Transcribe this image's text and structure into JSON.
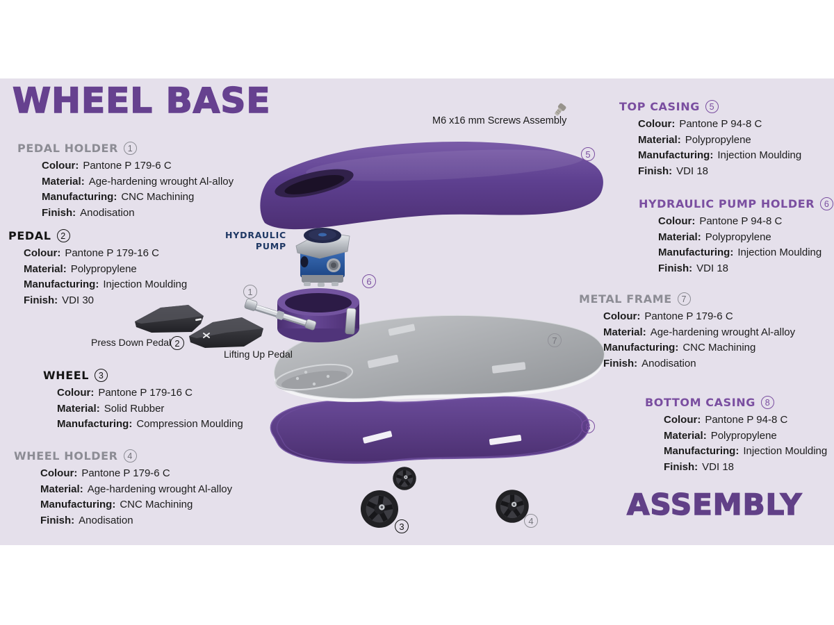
{
  "title": "WHEEL BASE",
  "subtitle": "ASSEMBLY",
  "labels": {
    "screws": "M6 x16 mm Screws Assembly",
    "pump_line1": "HYDRAULIC",
    "pump_line2": "PUMP",
    "press_down_pedal": "Press Down Pedal",
    "lifting_up_pedal": "Lifting Up Pedal"
  },
  "colors": {
    "background": "#E5E0EB",
    "top_bottom_band": "#FFFFFF",
    "title_purple": "#66418F",
    "header_purple": "#7A4EA0",
    "header_gray": "#8C8C94",
    "header_black": "#141414",
    "pump_label_blue": "#1F3864",
    "casing_purple": "#5E4090",
    "tray_purple": "#553779",
    "frame_gray": "#A7A9AC",
    "pump_blue": "#2B59A0",
    "pedal_dark": "#333338"
  },
  "parts": [
    {
      "number": "1",
      "name": "PEDAL HOLDER",
      "tone": "gray",
      "specs": [
        {
          "label": "Colour:",
          "value": "Pantone P 179-6 C"
        },
        {
          "label": "Material:",
          "value": "Age-hardening wrought Al-alloy"
        },
        {
          "label": "Manufacturing:",
          "value": "CNC Machining"
        },
        {
          "label": "Finish:",
          "value": "Anodisation"
        }
      ]
    },
    {
      "number": "2",
      "name": "PEDAL",
      "tone": "black",
      "specs": [
        {
          "label": "Colour:",
          "value": "Pantone P 179-16 C"
        },
        {
          "label": "Material:",
          "value": "Polypropylene"
        },
        {
          "label": "Manufacturing:",
          "value": "Injection Moulding"
        },
        {
          "label": "Finish:",
          "value": "VDI 30"
        }
      ]
    },
    {
      "number": "3",
      "name": "WHEEL",
      "tone": "black",
      "specs": [
        {
          "label": "Colour:",
          "value": "Pantone P 179-16 C"
        },
        {
          "label": "Material:",
          "value": "Solid Rubber"
        },
        {
          "label": "Manufacturing:",
          "value": "Compression Moulding"
        }
      ]
    },
    {
      "number": "4",
      "name": "WHEEL HOLDER",
      "tone": "gray",
      "specs": [
        {
          "label": "Colour:",
          "value": "Pantone P 179-6 C"
        },
        {
          "label": "Material:",
          "value": "Age-hardening wrought Al-alloy"
        },
        {
          "label": "Manufacturing:",
          "value": "CNC Machining"
        },
        {
          "label": "Finish:",
          "value": "Anodisation"
        }
      ]
    },
    {
      "number": "5",
      "name": "TOP CASING",
      "tone": "purple",
      "specs": [
        {
          "label": "Colour:",
          "value": "Pantone P 94-8 C"
        },
        {
          "label": "Material:",
          "value": "Polypropylene"
        },
        {
          "label": "Manufacturing:",
          "value": "Injection Moulding"
        },
        {
          "label": "Finish:",
          "value": "VDI 18"
        }
      ]
    },
    {
      "number": "6",
      "name": "HYDRAULIC PUMP HOLDER",
      "tone": "purple",
      "specs": [
        {
          "label": "Colour:",
          "value": "Pantone P 94-8 C"
        },
        {
          "label": "Material:",
          "value": "Polypropylene"
        },
        {
          "label": "Manufacturing:",
          "value": "Injection Moulding"
        },
        {
          "label": "Finish:",
          "value": "VDI 18"
        }
      ]
    },
    {
      "number": "7",
      "name": "METAL FRAME",
      "tone": "gray",
      "specs": [
        {
          "label": "Colour:",
          "value": "Pantone P 179-6 C"
        },
        {
          "label": "Material:",
          "value": "Age-hardening wrought Al-alloy"
        },
        {
          "label": "Manufacturing:",
          "value": "CNC Machining"
        },
        {
          "label": "Finish:",
          "value": "Anodisation"
        }
      ]
    },
    {
      "number": "8",
      "name": "BOTTOM CASING",
      "tone": "purple",
      "specs": [
        {
          "label": "Colour:",
          "value": "Pantone P 94-8 C"
        },
        {
          "label": "Material:",
          "value": "Polypropylene"
        },
        {
          "label": "Manufacturing:",
          "value": "Injection Moulding"
        },
        {
          "label": "Finish:",
          "value": "VDI 18"
        }
      ]
    }
  ]
}
